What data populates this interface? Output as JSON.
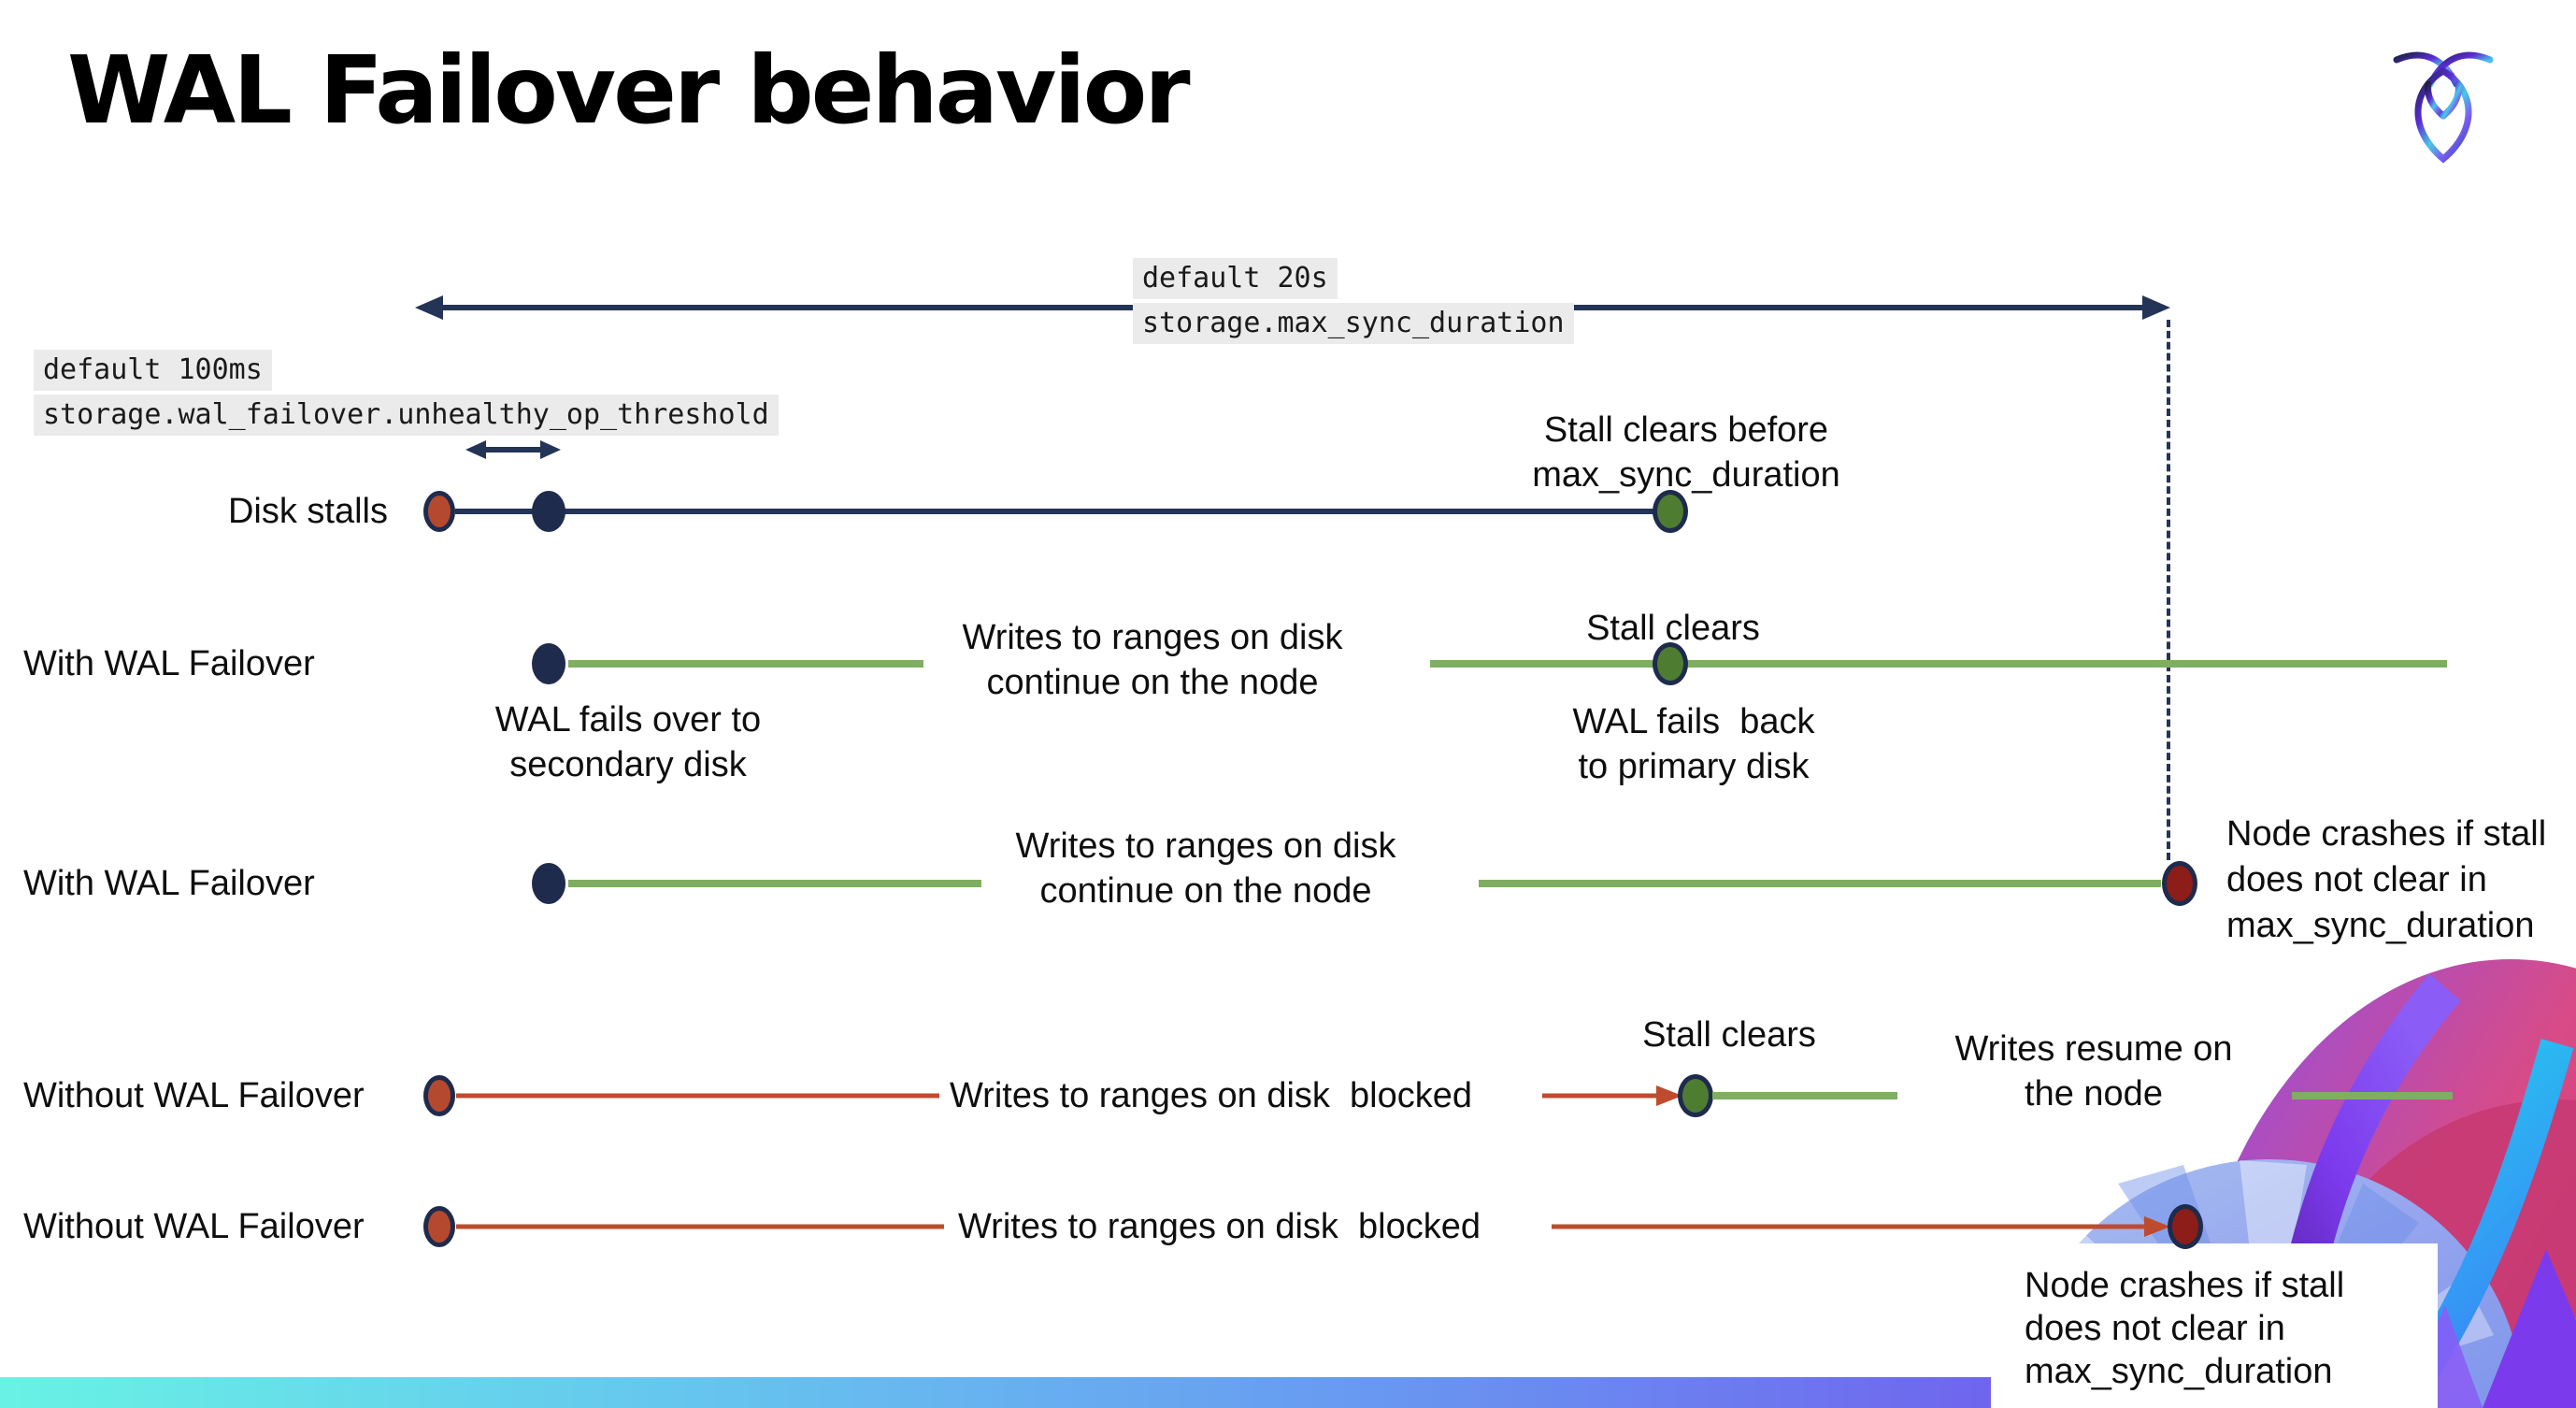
{
  "title": "WAL Failover behavior",
  "callouts": {
    "max_sync_duration": {
      "default_label": "default 20s",
      "setting": "storage.max_sync_duration"
    },
    "unhealthy_op_threshold": {
      "default_label": "default 100ms",
      "setting": "storage.wal_failover.unhealthy_op_threshold"
    }
  },
  "rows": {
    "disk_stalls": {
      "label": "Disk stalls",
      "clears_line1": "Stall clears before",
      "clears_line2": "max_sync_duration"
    },
    "with_failover_1": {
      "label": "With WAL Failover",
      "failover_line1": "WAL fails over to",
      "failover_line2": "secondary disk",
      "writes_line1": "Writes to ranges on disk",
      "writes_line2": "continue on the node",
      "stall_clears": "Stall clears",
      "failback_line1": "WAL fails  back",
      "failback_line2": "to primary disk"
    },
    "with_failover_2": {
      "label": "With WAL Failover",
      "writes_line1": "Writes to ranges on disk",
      "writes_line2": "continue on the node",
      "crash_line1": "Node crashes if stall",
      "crash_line2": "does not clear in",
      "crash_line3": "max_sync_duration"
    },
    "without_failover_1": {
      "label": "Without WAL Failover",
      "writes_blocked": "Writes to ranges on disk  blocked",
      "stall_clears": "Stall clears",
      "resume_line1": "Writes resume on",
      "resume_line2": "the node"
    },
    "without_failover_2": {
      "label": "Without WAL Failover",
      "writes_blocked": "Writes to ranges on disk  blocked",
      "crash_line1": "Node crashes if stall",
      "crash_line2": "does not clear in",
      "crash_line3": "max_sync_duration"
    }
  },
  "icons": {
    "logo": "cockroachdb-logo",
    "artwork": "cockroach-flourish-artwork"
  },
  "colors": {
    "navy_line": "#233457",
    "navy_dot": "#1e2b4d",
    "green_line": "#7fae62",
    "green_dot": "#4e7d32",
    "red_line": "#bf4b2e",
    "red_dot": "#b5492f",
    "crash_dot": "#8c1d18",
    "setting_label_bg": "#ebebeb",
    "footer_gradient": [
      "#68f2e4",
      "#66c8ee",
      "#689bf1",
      "#6f68ee",
      "#7c2ef0"
    ]
  }
}
